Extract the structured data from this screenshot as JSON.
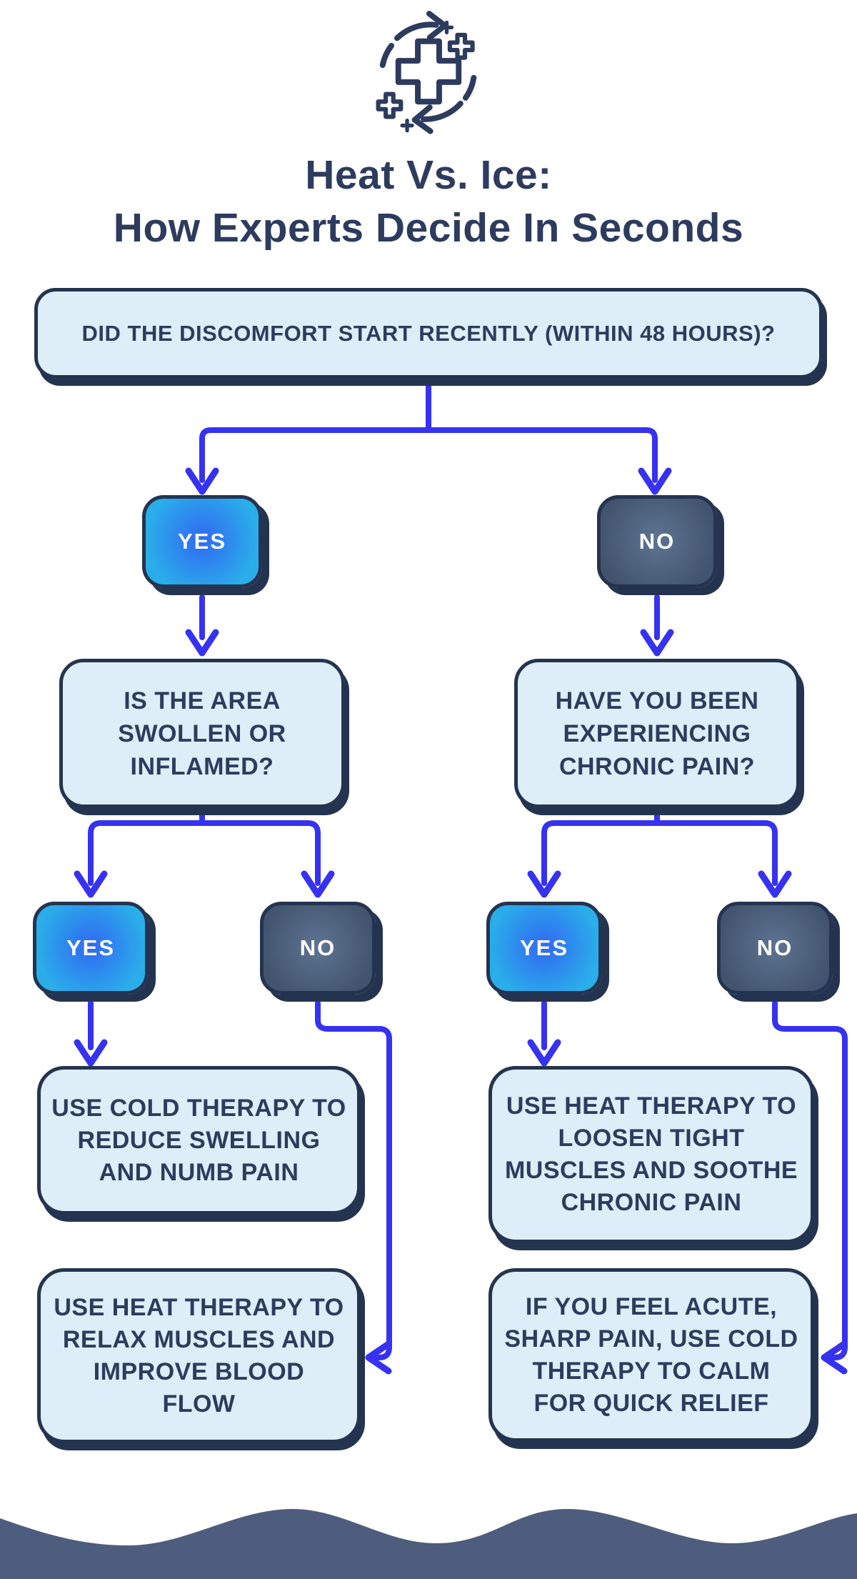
{
  "title": {
    "line1": "Heat Vs. Ice:",
    "line2": "How Experts Decide In Seconds"
  },
  "logo": {
    "name": "medical-cross-cycle"
  },
  "flow": {
    "root_question": "DID THE DISCOMFORT START RECENTLY (WITHIN 48 HOURS)?",
    "left_branch": {
      "decision": "YES",
      "question": "IS THE AREA\nSWOLLEN OR\nINFLAMED?",
      "yes_label": "YES",
      "no_label": "NO",
      "yes_outcome": "USE COLD THERAPY TO\nREDUCE SWELLING\nAND NUMB PAIN",
      "no_outcome": "USE HEAT THERAPY TO\nRELAX MUSCLES AND\nIMPROVE BLOOD\nFLOW"
    },
    "right_branch": {
      "decision": "NO",
      "question": "HAVE YOU BEEN\nEXPERIENCING\nCHRONIC PAIN?",
      "yes_label": "YES",
      "no_label": "NO",
      "yes_outcome": "USE HEAT THERAPY TO\nLOOSEN TIGHT\nMUSCLES AND SOOTHE\nCHRONIC PAIN",
      "no_outcome": "IF YOU FEEL ACUTE,\nSHARP PAIN, USE COLD\nTHERAPY TO CALM\nFOR QUICK RELIEF"
    }
  },
  "colors": {
    "background": "#ffffff",
    "navy_text": "#2d3b5e",
    "navy_border": "#243450",
    "box_fill": "#ddeef8",
    "arrow": "#3632f0",
    "yes_center": "#3168f2",
    "yes_edge": "#2aaeea",
    "no_center": "#5d7492",
    "no_edge": "#42536e",
    "wave": "#4e5c7e"
  }
}
